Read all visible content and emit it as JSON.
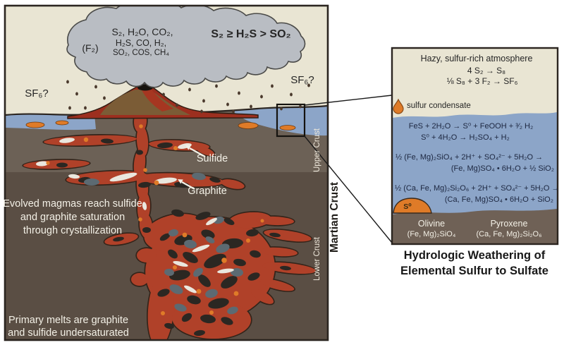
{
  "figure": {
    "cloud": {
      "gases_line1": "S₂, H₂O, CO₂,",
      "gases_line2": "H₂S, CO, H₂,",
      "gases_line3": "SO₂, COS, CH₄",
      "fluorine": "(F₂)",
      "abundance": "S₂ ≥ H₂S > SO₂"
    },
    "sf6_left": "SF₆?",
    "sf6_right": "SF₆?",
    "sulfide_label": "Sulfide",
    "graphite_label": "Graphite",
    "evolved_line1": "Evolved magmas reach sulfide",
    "evolved_line2": "and graphite saturation",
    "evolved_line3": "through crystallization",
    "primary_line1": "Primary melts are graphite",
    "primary_line2": "and sulfide undersaturated",
    "upper_crust": "Upper Crust",
    "lower_crust": "Lower Crust",
    "martian_crust": "Martian Crust"
  },
  "detail_panel": {
    "title": "Hazy, sulfur-rich atmosphere",
    "eq_s8": "4 S₂ → S₈",
    "eq_sf6": "⅛ S₈ + 3 F₂ → SF₆",
    "condensate": "sulfur condensate",
    "eq_fes": "FeS + 2H₂O → S⁰ + FeOOH + ³⁄₂ H₂",
    "eq_s0": "S⁰ + 4H₂O → H₂SO₄ + H₂",
    "eq_olivine_a": "½ (Fe, Mg)₂SiO₄ + 2H⁺ + SO₄²⁻ + 5H₂O →",
    "eq_olivine_b": "(Fe, Mg)SO₄ • 6H₂O + ½ SiO₂",
    "eq_pyroxene_a": "½ (Ca, Fe, Mg)₂Si₂O₆ + 2H⁺ + SO₄²⁻ + 5H₂O →",
    "eq_pyroxene_b": "(Ca, Fe, Mg)SO₄ • 6H₂O + SiO₂",
    "s0": "S⁰",
    "olivine_name": "Olivine",
    "olivine_formula": "(Fe, Mg)₂SiO₄",
    "pyroxene_name": "Pyroxene",
    "pyroxene_formula": "(Ca, Fe, Mg)₂Si₂O₆",
    "caption_line1": "Hydrologic Weathering of",
    "caption_line2": "Elemental Sulfur to Sulfate"
  },
  "icons": {
    "condensate_marker": "orange-droplet"
  },
  "colors": {
    "background": "#ffffff",
    "sky_beige": "#e9e5d3",
    "cloud_gray": "#b9bdc3",
    "water_blue": "#8ca5c8",
    "upper_crust": "#6c6156",
    "lower_crust": "#5a4e44",
    "panel_rock_brown": "#6f6156",
    "magma_red": "#b04129",
    "sulfur_orange": "#df7b28",
    "outline_dark": "#2b2520"
  }
}
